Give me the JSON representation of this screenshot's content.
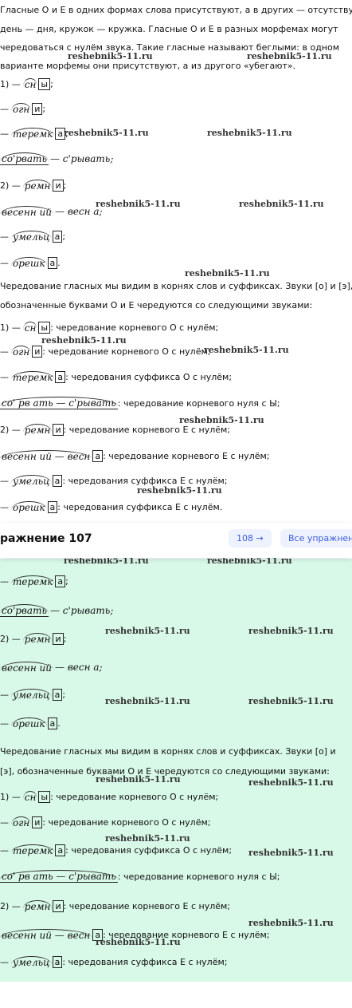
{
  "top": {
    "paragraph_lines": [
      "Гласные О и Е в одних формах слова присутствуют, а в других — отсутствуют:",
      "день — дня, кружок — кружка. Гласные О и Е в разных морфемах могут",
      "чередоваться с нулём звука. Такие гласные называют беглыми: в одном",
      "варианте морфемы они присутствуют, а из другого «убегают»."
    ],
    "items": [
      {
        "prefix": "1) —",
        "root": "сн",
        "end": "ы",
        "suffix_text": ";"
      },
      {
        "prefix": "—",
        "root": "огн",
        "end": "и",
        "suffix_text": ";"
      },
      {
        "prefix": "—",
        "root": "теремк",
        "end": "а",
        "suffix_text": ";"
      },
      {
        "prefix": "",
        "root": "со'рвать",
        "end": "",
        "suffix_text": "— с'рывать;"
      },
      {
        "prefix": "2) —",
        "root": "ремн",
        "end": "и",
        "suffix_text": ";"
      },
      {
        "prefix": "",
        "root": "весенн ий",
        "end": "",
        "suffix_text": "— весн а;"
      },
      {
        "prefix": "—",
        "root": "умельц",
        "end": "а",
        "suffix_text": ";"
      },
      {
        "prefix": "—",
        "root": "орешк",
        "end": "а",
        "suffix_text": "."
      }
    ],
    "explain_lines": [
      "Чередование гласных мы видим в корнях слов и суффиксах. Звуки [о] и [э],",
      "обозначенные буквами О и Е чередуются со следующими звуками:"
    ],
    "explain_items": [
      {
        "prefix": "1) —",
        "root": "сн",
        "end": "ы",
        "text": ": чередование корневого О с нулём;"
      },
      {
        "prefix": "—",
        "root": "огн",
        "end": "и",
        "text": ": чередование корневого О с нулём;"
      },
      {
        "prefix": "—",
        "root": "теремк",
        "end": "а",
        "text": ": чередования суффикса О с нулём;"
      },
      {
        "prefix": "",
        "root": "со' рв ать — с'рывать",
        "end": "",
        "text": ": чередование корневого нуля с Ы;"
      },
      {
        "prefix": "2) —",
        "root": "ремн",
        "end": "и",
        "text": ": чередование корневого Е с нулём;"
      },
      {
        "prefix": "",
        "root": "весенн ий — весн",
        "end": "а",
        "text": ": чередование корневого Е с нулём;"
      },
      {
        "prefix": "—",
        "root": "умельц",
        "end": "а",
        "text": ": чередования суффикса Е с нулём;"
      },
      {
        "prefix": "—",
        "root": "орешк",
        "end": "а",
        "text": ": чередования суффикса Е с нулём."
      }
    ]
  },
  "header": {
    "title": "ражнение 107",
    "next_label": "108 →",
    "all_label": "Все упражнени"
  },
  "green": {
    "items": [
      {
        "prefix": "—",
        "root": "теремк",
        "end": "а",
        "suffix_text": ";"
      },
      {
        "prefix": "",
        "root": "со'рвать",
        "end": "",
        "suffix_text": "— с'рывать;"
      },
      {
        "prefix": "2) —",
        "root": "ремн",
        "end": "и",
        "suffix_text": ";"
      },
      {
        "prefix": "",
        "root": "весенн ий",
        "end": "",
        "suffix_text": "— весн а;"
      },
      {
        "prefix": "—",
        "root": "умельц",
        "end": "а",
        "suffix_text": ";"
      },
      {
        "prefix": "—",
        "root": "орешк",
        "end": "а",
        "suffix_text": "."
      }
    ],
    "explain_lines": [
      "Чередование гласных мы видим в корнях слов и суффиксах. Звуки [о] и",
      "[э], обозначенные буквами О и Е чередуются со следующими звуками:"
    ],
    "explain_items": [
      {
        "prefix": "1) —",
        "root": "сн",
        "end": "ы",
        "text": ": чередование корневого О с нулём;"
      },
      {
        "prefix": "—",
        "root": "огн",
        "end": "и",
        "text": ": чередование корневого О с нулём;"
      },
      {
        "prefix": "—",
        "root": "теремк",
        "end": "а",
        "text": ": чередования суффикса О с нулём;"
      },
      {
        "prefix": "",
        "root": "со' рв ать — с'рывать",
        "end": "",
        "text": ": чередование корневого нуля с Ы;"
      },
      {
        "prefix": "2) —",
        "root": "ремн",
        "end": "и",
        "text": ": чередование корневого Е с нулём;"
      },
      {
        "prefix": "",
        "root": "весенн ий — весн",
        "end": "а",
        "text": ": чередование корневого Е с нулём;"
      },
      {
        "prefix": "—",
        "root": "умельц",
        "end": "а",
        "text": ": чередования суффикса Е с нулём;"
      }
    ]
  },
  "watermark": "reshebnik5-11.ru"
}
